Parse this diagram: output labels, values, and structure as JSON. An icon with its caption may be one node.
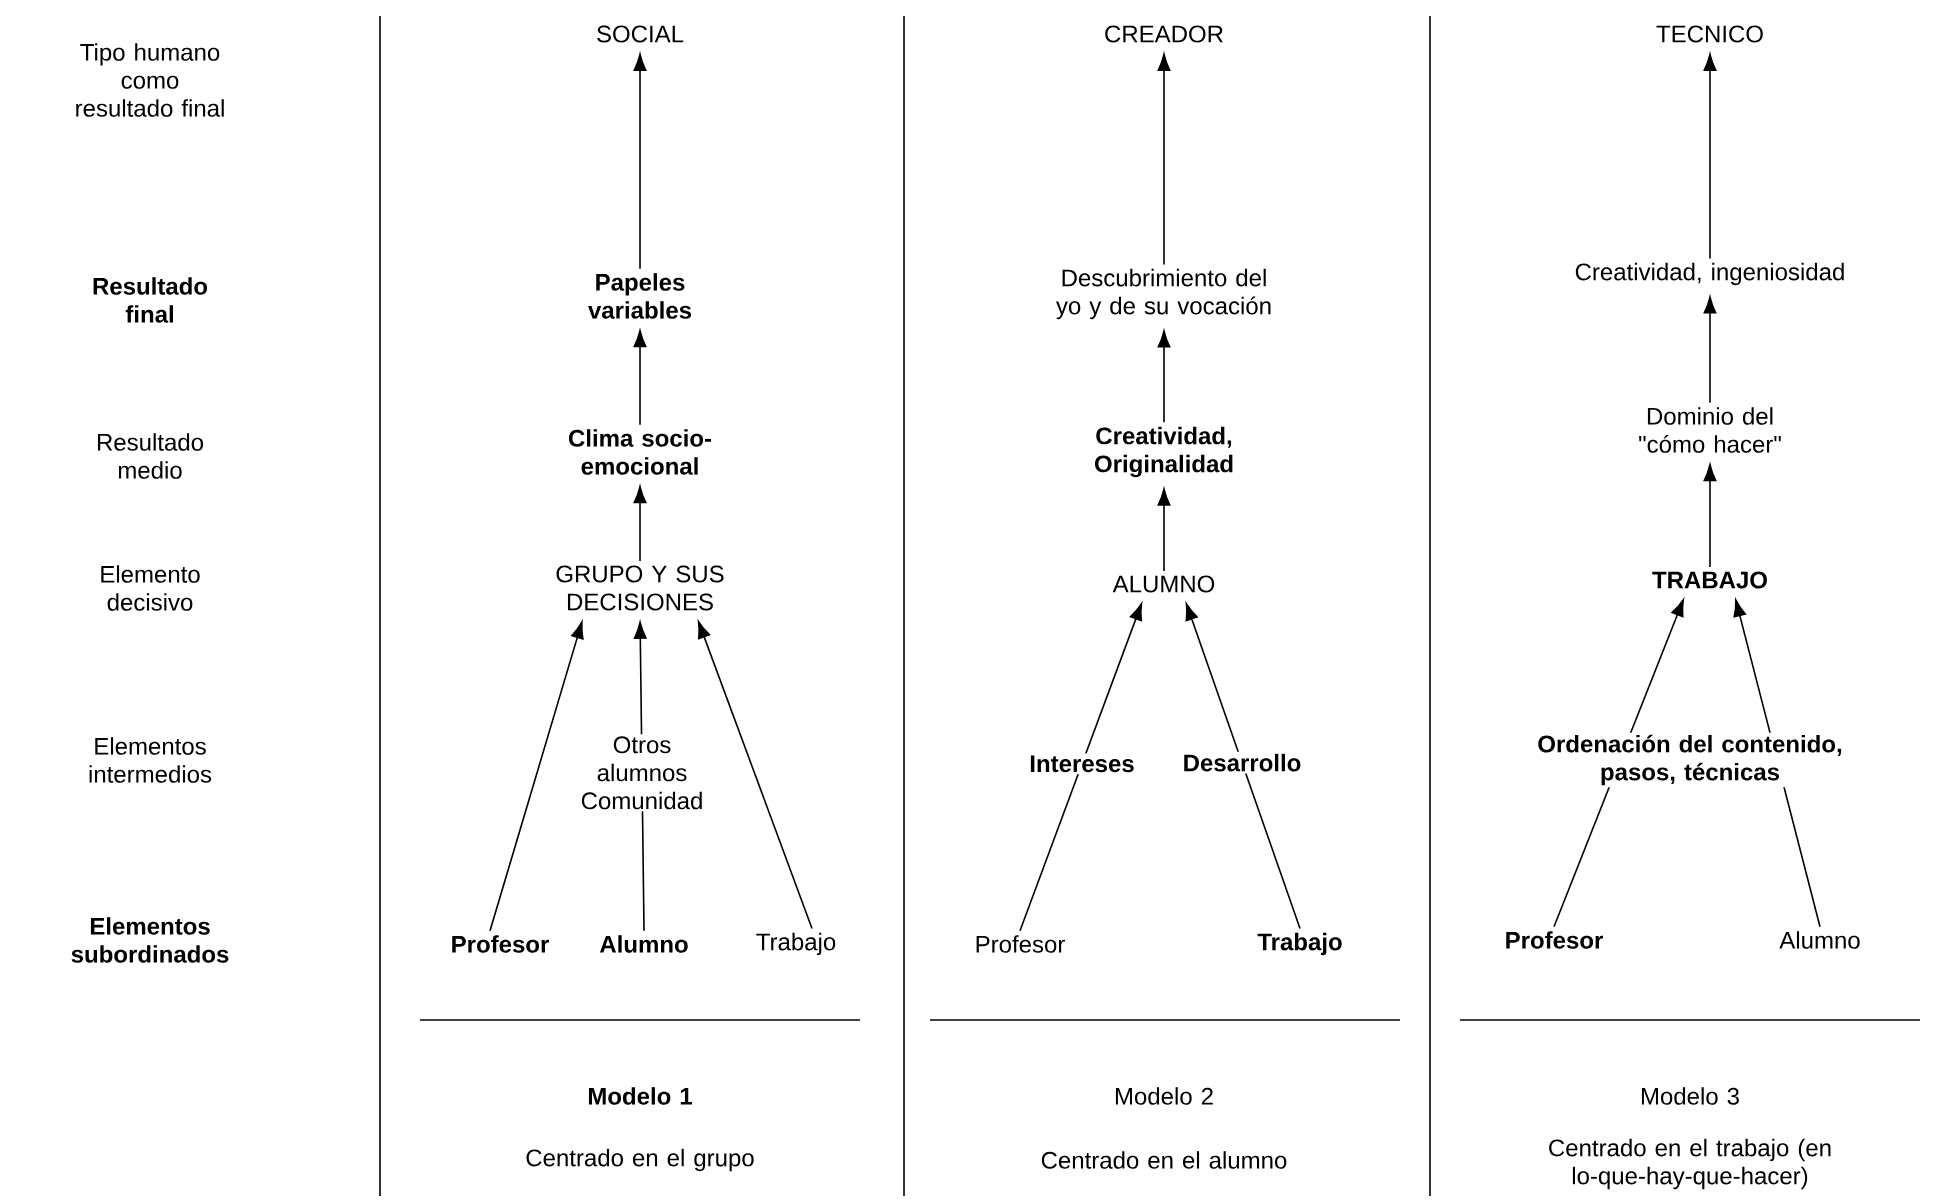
{
  "diagram": {
    "nodes": [
      {
        "text": [
          "SOCIAL"
        ]
      },
      {
        "text": [
          "Papeles variables"
        ]
      },
      {
        "text": [
          "Clima socio-emocional"
        ]
      },
      {
        "text": [
          "GRUPO Y SUS DECISIONES"
        ]
      },
      {
        "text": [
          "Profesor"
        ]
      },
      {
        "text": [
          "Alumno"
        ]
      },
      {
        "text": [
          "Trabajo"
        ]
      },
      {
        "text": [
          "CREADOR"
        ]
      },
      {
        "text": [
          "Descubrimiento del yo y de su vocación"
        ]
      },
      {
        "text": [
          "Creatividad, Originalidad"
        ]
      },
      {
        "text": [
          "ALUMNO"
        ]
      },
      {
        "text": [
          "Profesor"
        ]
      },
      {
        "text": [
          "Trabajo"
        ]
      },
      {
        "text": [
          "TECNICO"
        ]
      },
      {
        "text": [
          "Creatividad, ingeniosidad"
        ]
      },
      {
        "text": [
          "Dominio del \"cómo hacer\""
        ]
      },
      {
        "text": [
          "TRABAJO"
        ]
      },
      {
        "text": [
          "Profesor"
        ]
      },
      {
        "text": [
          "Alumno"
        ]
      }
    ],
    "edges": [
      {
        "from": 1,
        "to": 0,
        "arrow": "to"
      },
      {
        "from": 2,
        "to": 1,
        "arrow": "to"
      },
      {
        "from": 3,
        "to": 2,
        "arrow": "to"
      },
      {
        "from": 4,
        "to": 3,
        "arrow": "to"
      },
      {
        "from": 5,
        "to": 3,
        "arrow": "to",
        "label": "Otros alumnos Comunidad"
      },
      {
        "from": 6,
        "to": 3,
        "arrow": "to"
      },
      {
        "from": 8,
        "to": 7,
        "arrow": "to"
      },
      {
        "from": 9,
        "to": 8,
        "arrow": "to"
      },
      {
        "from": 10,
        "to": 9,
        "arrow": "to"
      },
      {
        "from": 11,
        "to": 10,
        "arrow": "to",
        "label": "Intereses"
      },
      {
        "from": 12,
        "to": 10,
        "arrow": "to",
        "label": "Desarrollo"
      },
      {
        "from": 14,
        "to": 13,
        "arrow": "to"
      },
      {
        "from": 15,
        "to": 14,
        "arrow": "to"
      },
      {
        "from": 16,
        "to": 15,
        "arrow": "to"
      },
      {
        "from": 17,
        "to": 16,
        "arrow": "to"
      },
      {
        "from": 18,
        "to": 16,
        "arrow": "to"
      }
    ],
    "labels": [
      "Tipo humano como resultado final",
      "Resultado final",
      "Resultado medio",
      "Elemento decisivo",
      "Elementos intermedios",
      "Elementos subordinados",
      "Ordenación del contenido, pasos, técnicas",
      "Modelo 1",
      "Centrado en el grupo",
      "Modelo 2",
      "Centrado en el alumno",
      "Modelo 3",
      "Centrado en el trabajo (en lo-que-hay-que-hacer)"
    ]
  }
}
